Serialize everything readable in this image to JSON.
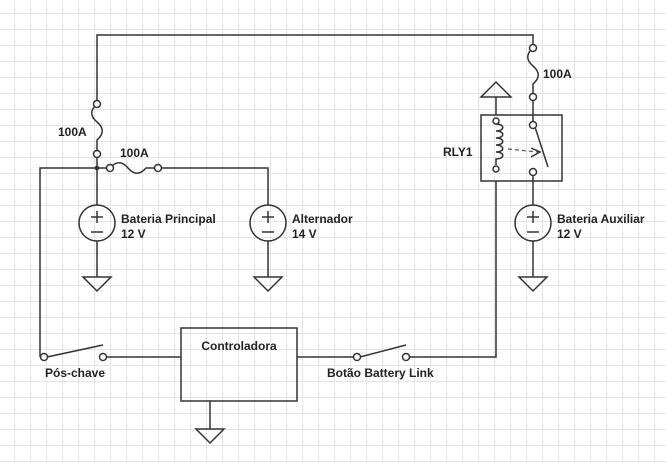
{
  "fuses": {
    "left": "100A",
    "middle": "100A",
    "right": "100A"
  },
  "relay": {
    "label": "RLY1"
  },
  "main_battery": {
    "name": "Bateria Principal",
    "voltage": "12 V"
  },
  "alternator": {
    "name": "Alternador",
    "voltage": "14 V"
  },
  "aux_battery": {
    "name": "Bateria Auxiliar",
    "voltage": "12 V"
  },
  "controller": {
    "label": "Controladora"
  },
  "switches": {
    "key": "Pós-chave",
    "link_button": "Botão Battery Link"
  }
}
